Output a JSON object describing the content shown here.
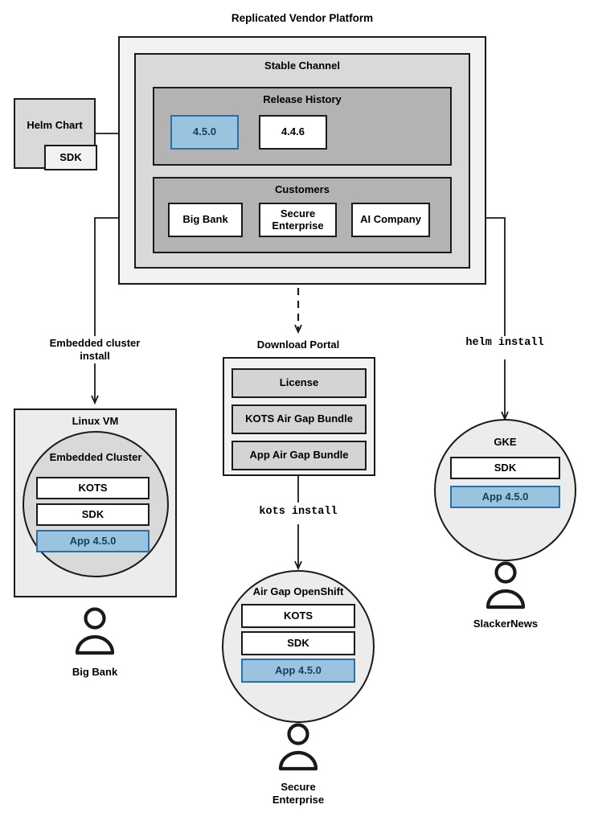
{
  "diagram": {
    "title": "Replicated Vendor Platform",
    "type": "architecture-flow"
  },
  "platform": {
    "title": "Replicated Vendor Platform",
    "channel": {
      "title": "Stable Channel",
      "release_history": {
        "title": "Release History",
        "releases": [
          {
            "version": "4.5.0",
            "highlighted": true
          },
          {
            "version": "4.4.6",
            "highlighted": false
          }
        ]
      },
      "customers": {
        "title": "Customers",
        "items": [
          {
            "name": "Big Bank"
          },
          {
            "name": "Secure\nEnterprise"
          },
          {
            "name": "AI Company"
          }
        ]
      }
    }
  },
  "source": {
    "helm_chart_label": "Helm Chart",
    "sdk_label": "SDK"
  },
  "edges": {
    "embedded_cluster_install": "Embedded cluster\ninstall",
    "download_portal_title": "Download Portal",
    "kots_install": "kots install",
    "helm_install": "helm install"
  },
  "download_portal": {
    "title": "Download Portal",
    "artifacts": [
      {
        "label": "License"
      },
      {
        "label": "KOTS Air Gap Bundle"
      },
      {
        "label": "App Air Gap Bundle"
      }
    ]
  },
  "targets": [
    {
      "id": "linux-vm",
      "shape": "rect",
      "title": "Linux VM",
      "inner_title": "Embedded Cluster",
      "components": [
        {
          "label": "KOTS",
          "highlighted": false
        },
        {
          "label": "SDK",
          "highlighted": false
        },
        {
          "label": "App 4.5.0",
          "highlighted": true
        }
      ],
      "customer": "Big Bank"
    },
    {
      "id": "air-gap-openshift",
      "shape": "circle",
      "title": "Air Gap OpenShift",
      "components": [
        {
          "label": "KOTS",
          "highlighted": false
        },
        {
          "label": "SDK",
          "highlighted": false
        },
        {
          "label": "App 4.5.0",
          "highlighted": true
        }
      ],
      "customer": "Secure\nEnterprise"
    },
    {
      "id": "gke",
      "shape": "circle",
      "title": "GKE",
      "components": [
        {
          "label": "SDK",
          "highlighted": false
        },
        {
          "label": "App 4.5.0",
          "highlighted": true
        }
      ],
      "customer": "SlackerNews"
    }
  ],
  "customer_labels": {
    "big_bank": "Big Bank",
    "secure_enterprise": "Secure\nEnterprise",
    "slackernews": "SlackerNews"
  },
  "colors": {
    "highlight_fill": "#9ac3e0",
    "highlight_border": "#2f6ea5",
    "highlight_text": "#163e5e",
    "stroke": "#1a1a1a",
    "platform_fill": "#f2f2f2",
    "channel_fill": "#d9d9d9",
    "section_fill": "#b3b3b3",
    "node_fill": "#ececec",
    "artifact_fill": "#d4d4d4"
  }
}
